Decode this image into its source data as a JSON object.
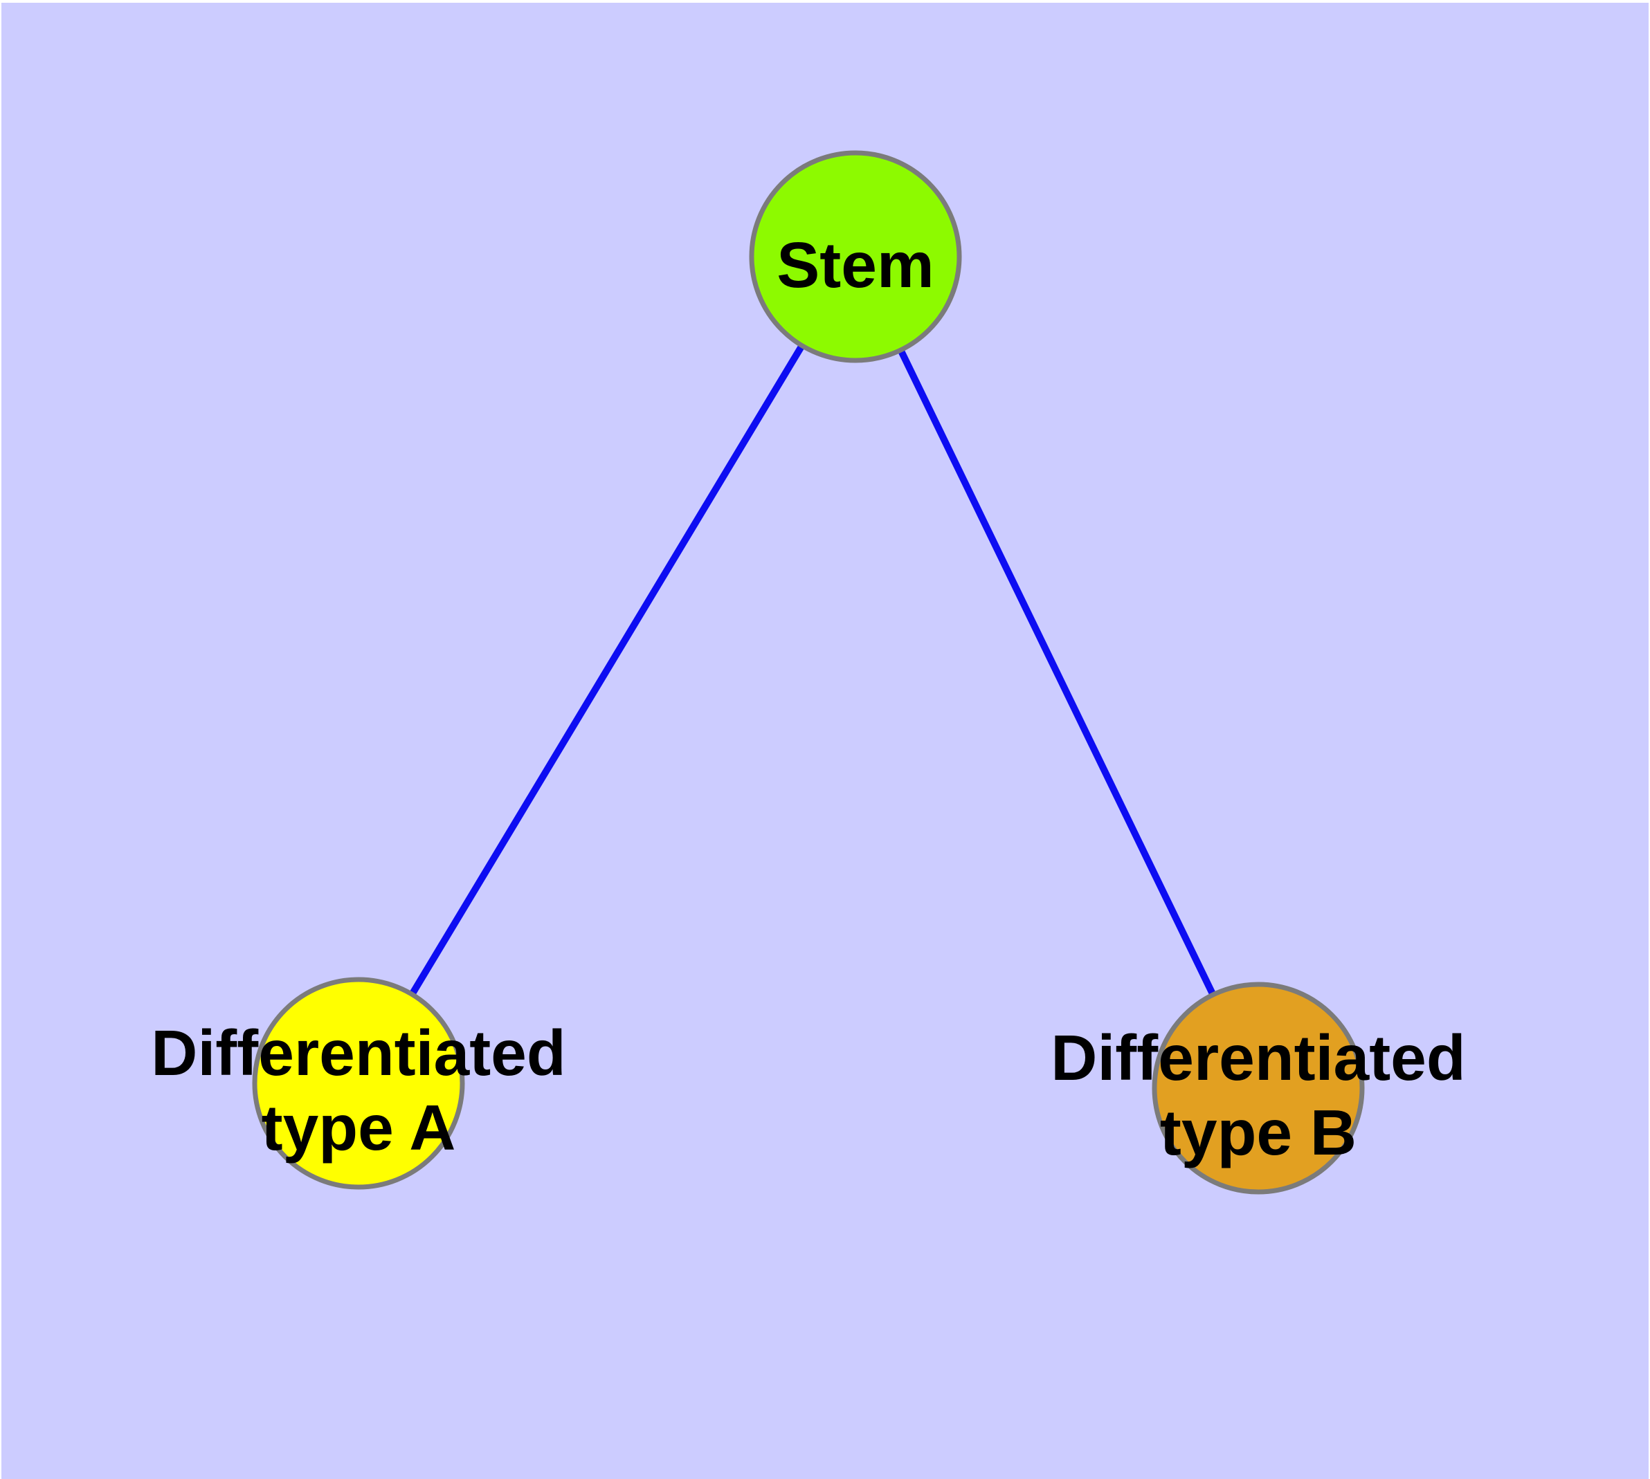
{
  "canvas": {
    "page_background": "#ffffff",
    "plot_background": "#ccccff"
  },
  "graph": {
    "edge_color": "#0d0df2",
    "edge_width": 10,
    "node_border_color": "#7b7b7b",
    "node_border_width": 7,
    "label_color": "#000000",
    "nodes": [
      {
        "id": "stem",
        "label": "Stem",
        "fill": "#8dfa00"
      },
      {
        "id": "differentiated-type-a",
        "label": "Differentiated\ntype A",
        "fill": "#ffff00"
      },
      {
        "id": "differentiated-type-b",
        "label": "Differentiated\ntype B",
        "fill": "#e2a021"
      }
    ],
    "edges": [
      {
        "from": "stem",
        "to": "differentiated-type-a"
      },
      {
        "from": "stem",
        "to": "differentiated-type-b"
      }
    ]
  }
}
